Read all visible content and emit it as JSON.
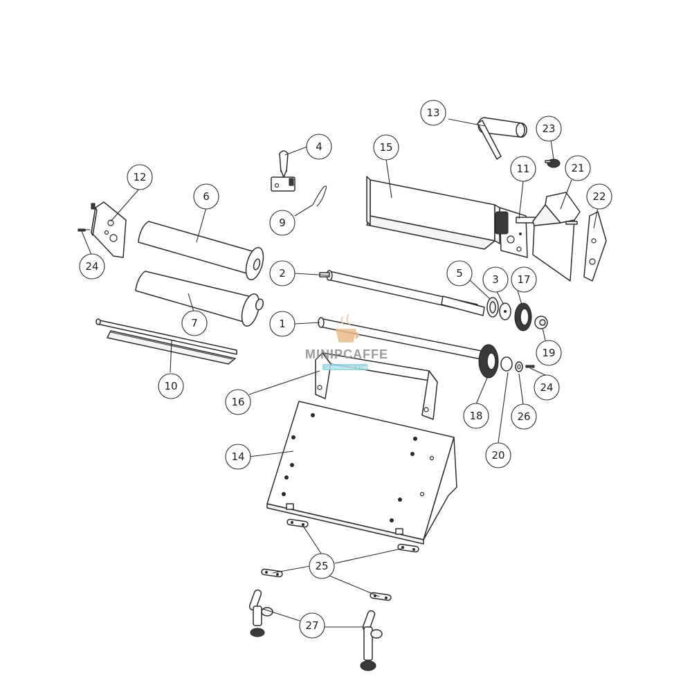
{
  "watermark": {
    "brand": "MINIPCAFFE",
    "tagline": "COMPRESSORE & CAFFE",
    "colors": {
      "cup": "#e9b98a",
      "text": "#8a8a8a",
      "ribbon": "#8fd3e0"
    }
  },
  "callouts": [
    {
      "id": "c1",
      "label": "1"
    },
    {
      "id": "c2",
      "label": "2"
    },
    {
      "id": "c3",
      "label": "3"
    },
    {
      "id": "c4",
      "label": "4"
    },
    {
      "id": "c5",
      "label": "5"
    },
    {
      "id": "c6",
      "label": "6"
    },
    {
      "id": "c7",
      "label": "7"
    },
    {
      "id": "c9",
      "label": "9"
    },
    {
      "id": "c10",
      "label": "10"
    },
    {
      "id": "c11",
      "label": "11"
    },
    {
      "id": "c12",
      "label": "12"
    },
    {
      "id": "c13",
      "label": "13"
    },
    {
      "id": "c14",
      "label": "14"
    },
    {
      "id": "c15",
      "label": "15"
    },
    {
      "id": "c16",
      "label": "16"
    },
    {
      "id": "c17",
      "label": "17"
    },
    {
      "id": "c18",
      "label": "18"
    },
    {
      "id": "c19",
      "label": "19"
    },
    {
      "id": "c20",
      "label": "20"
    },
    {
      "id": "c21",
      "label": "21"
    },
    {
      "id": "c22",
      "label": "22"
    },
    {
      "id": "c23",
      "label": "23"
    },
    {
      "id": "c24a",
      "label": "24"
    },
    {
      "id": "c24b",
      "label": "24"
    },
    {
      "id": "c25",
      "label": "25"
    },
    {
      "id": "c26",
      "label": "26"
    },
    {
      "id": "c27",
      "label": "27"
    }
  ]
}
